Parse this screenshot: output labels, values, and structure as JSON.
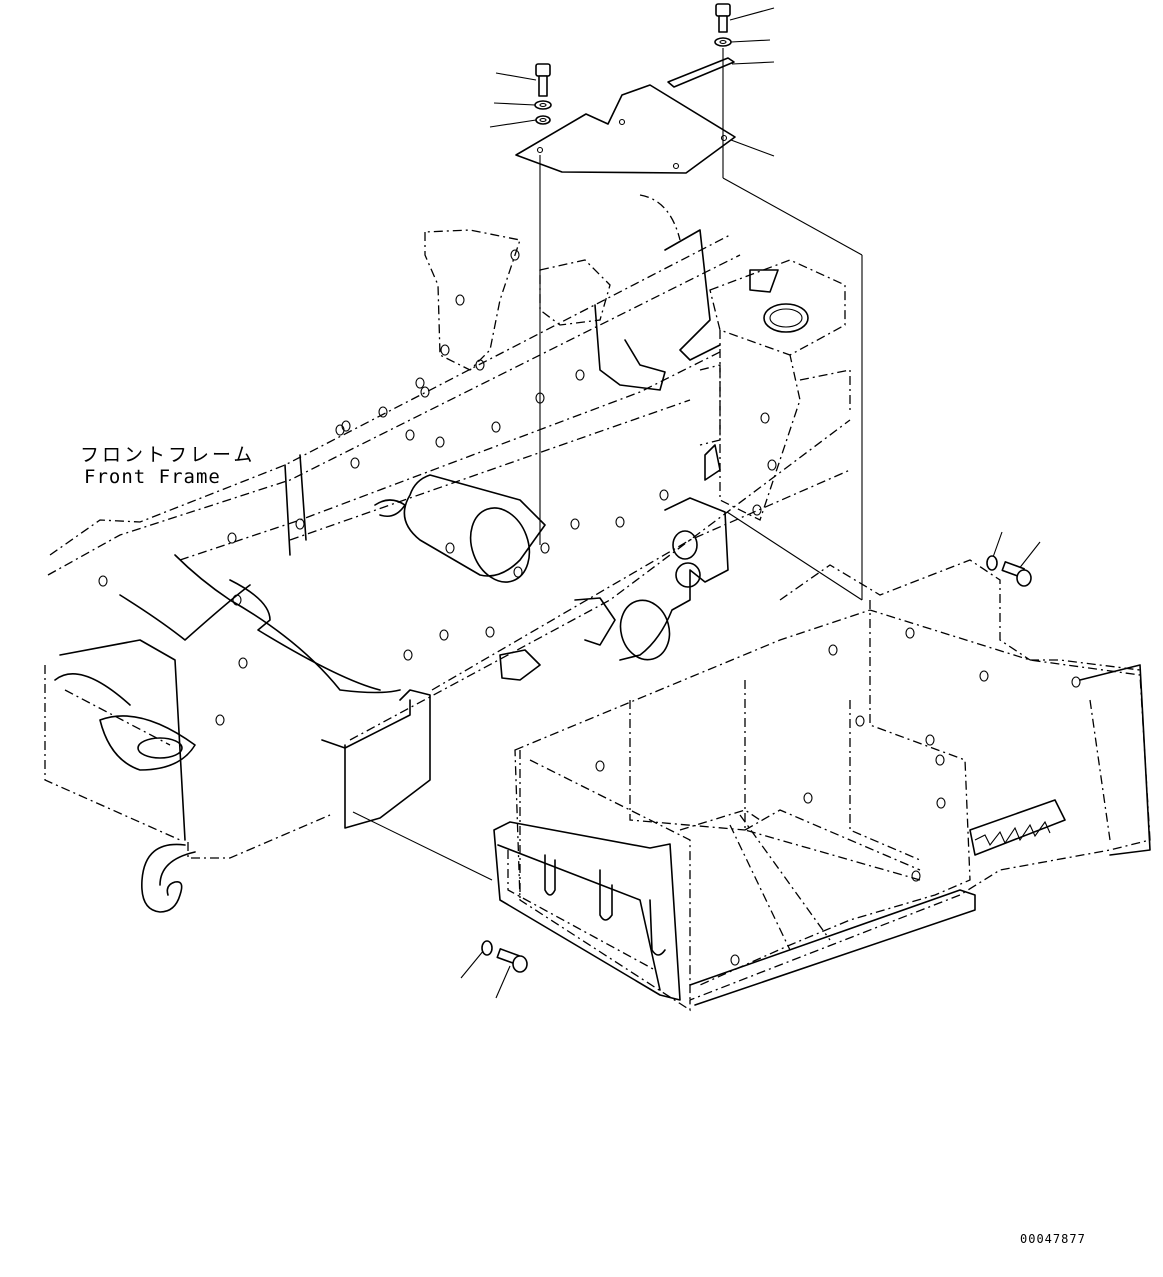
{
  "labels": {
    "part_name_jp": "フロントフレーム",
    "part_name_en": "Front Frame"
  },
  "document_number": "00047877"
}
